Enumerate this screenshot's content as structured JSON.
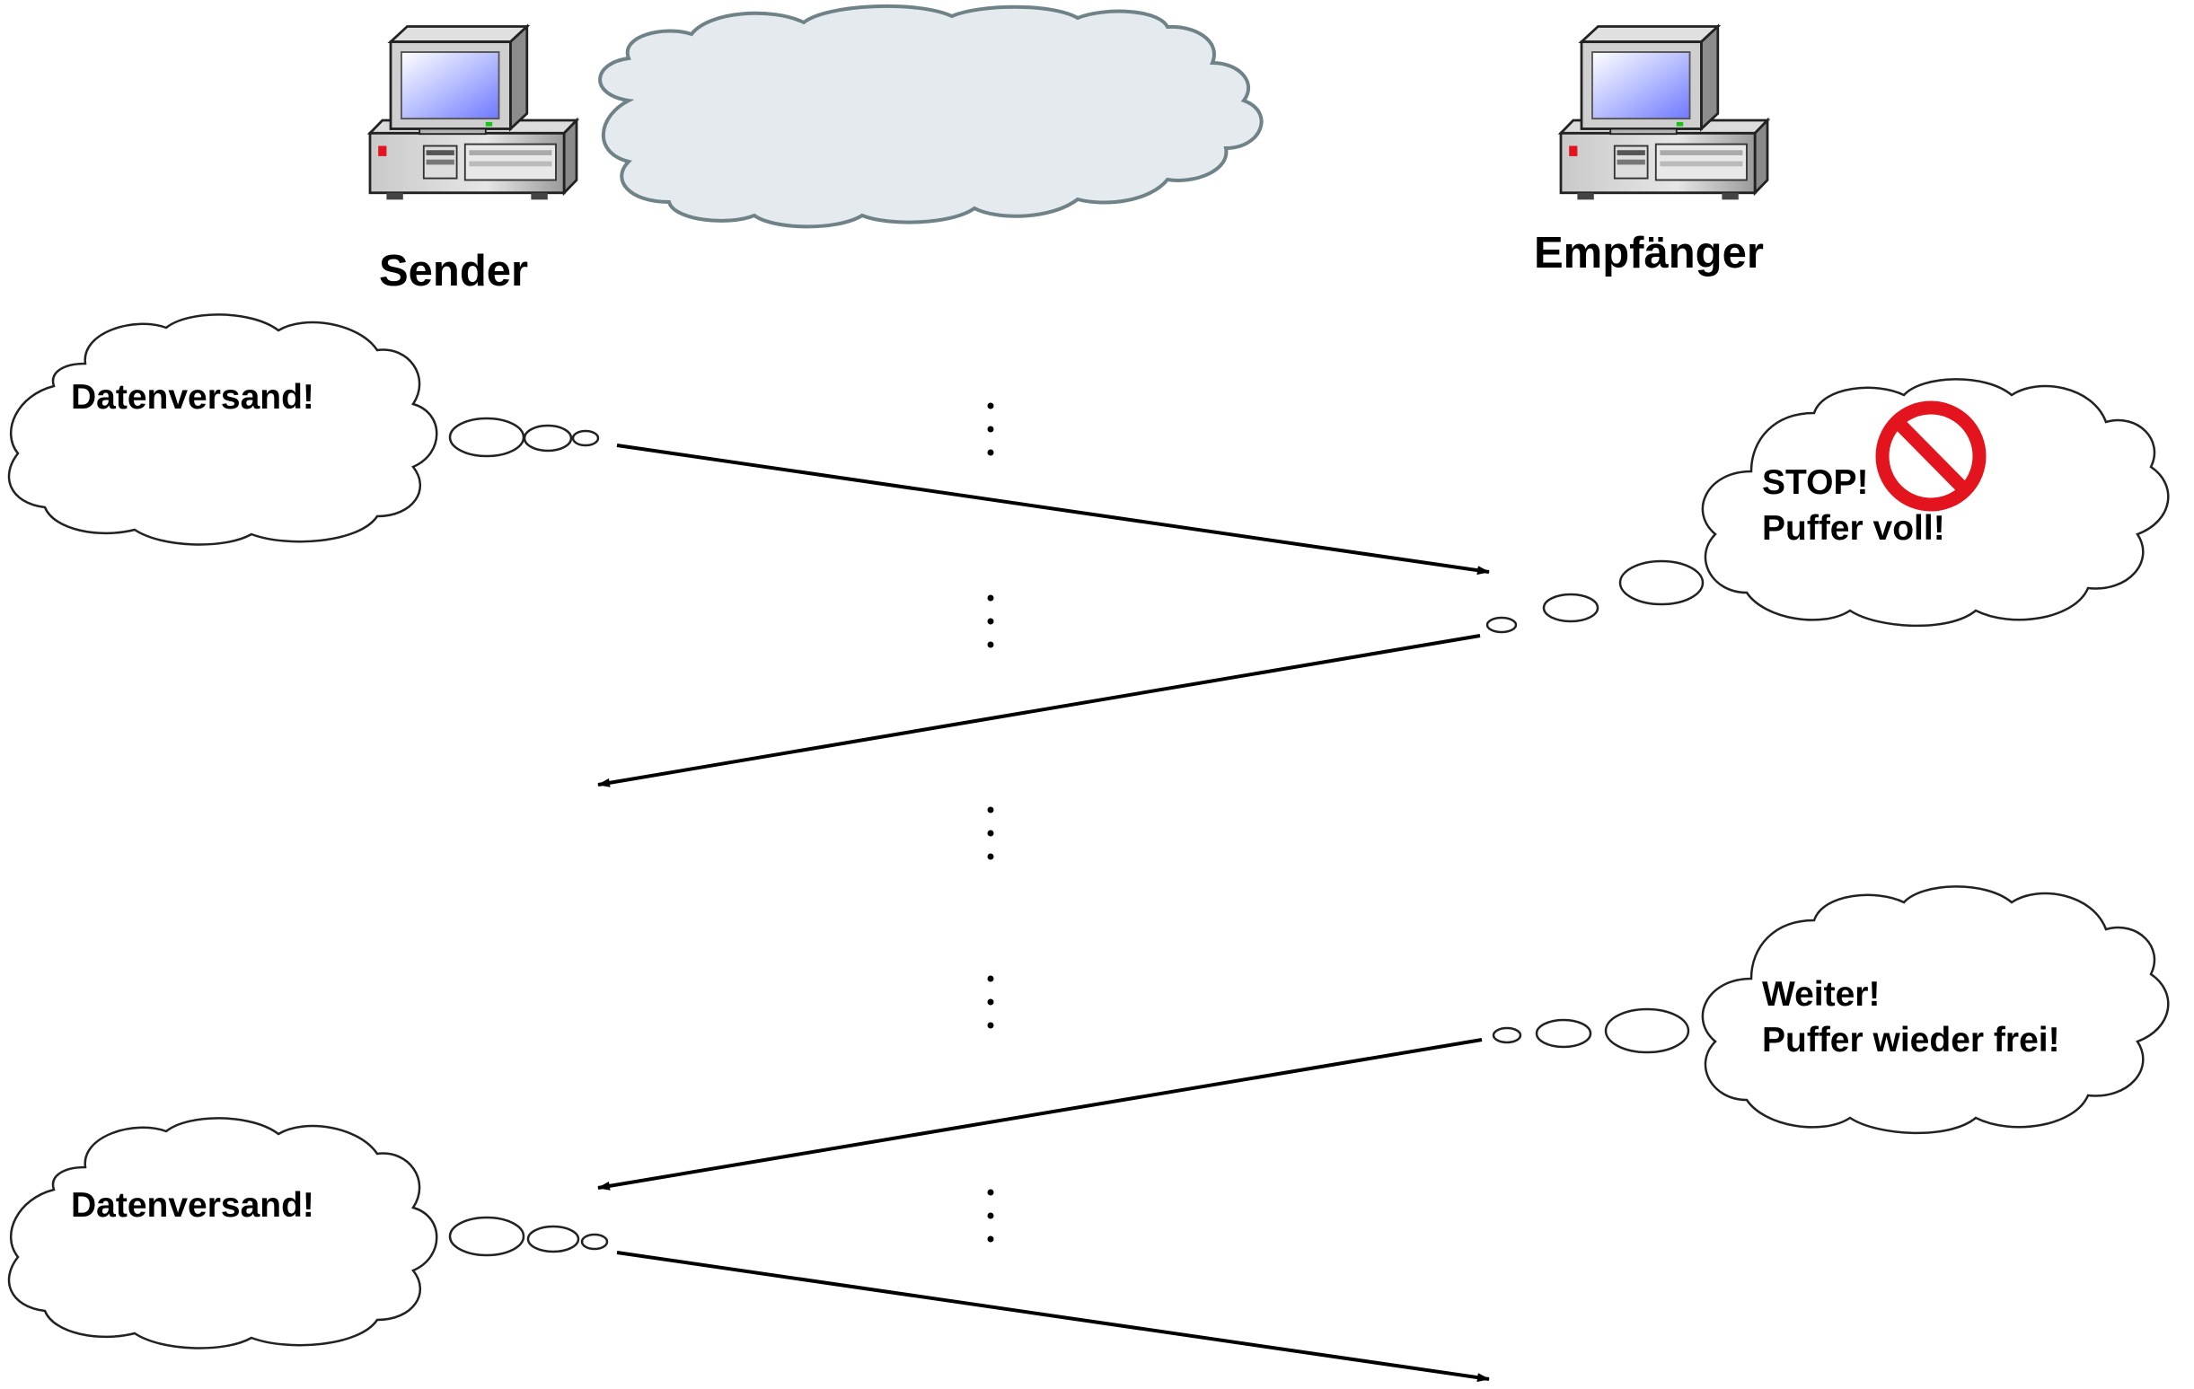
{
  "nodes": {
    "sender": {
      "label": "Sender",
      "icon": "desktop-computer-icon"
    },
    "receiver": {
      "label": "Empfänger",
      "icon": "desktop-computer-icon"
    },
    "network": {
      "icon": "network-cloud-icon",
      "color": "#e4eaee"
    }
  },
  "bubbles": {
    "send_1": {
      "line1": "Datenversand!"
    },
    "stop": {
      "line1": "STOP!",
      "line2": "Puffer voll!",
      "icon": "no-entry-icon",
      "icon_color": "#e3141d"
    },
    "continue": {
      "line1": "Weiter!",
      "line2": "Puffer wieder frei!"
    },
    "send_2": {
      "line1": "Datenversand!"
    }
  },
  "messages": [
    {
      "from": "sender",
      "to": "receiver",
      "meaning": "data"
    },
    {
      "from": "receiver",
      "to": "sender",
      "meaning": "stop"
    },
    {
      "from": "receiver",
      "to": "sender",
      "meaning": "continue"
    },
    {
      "from": "sender",
      "to": "receiver",
      "meaning": "data"
    }
  ],
  "colors": {
    "line": "#000000",
    "bubble_fill": "#ffffff",
    "bubble_stroke": "#222222",
    "cloud_stroke": "#6f8287"
  }
}
